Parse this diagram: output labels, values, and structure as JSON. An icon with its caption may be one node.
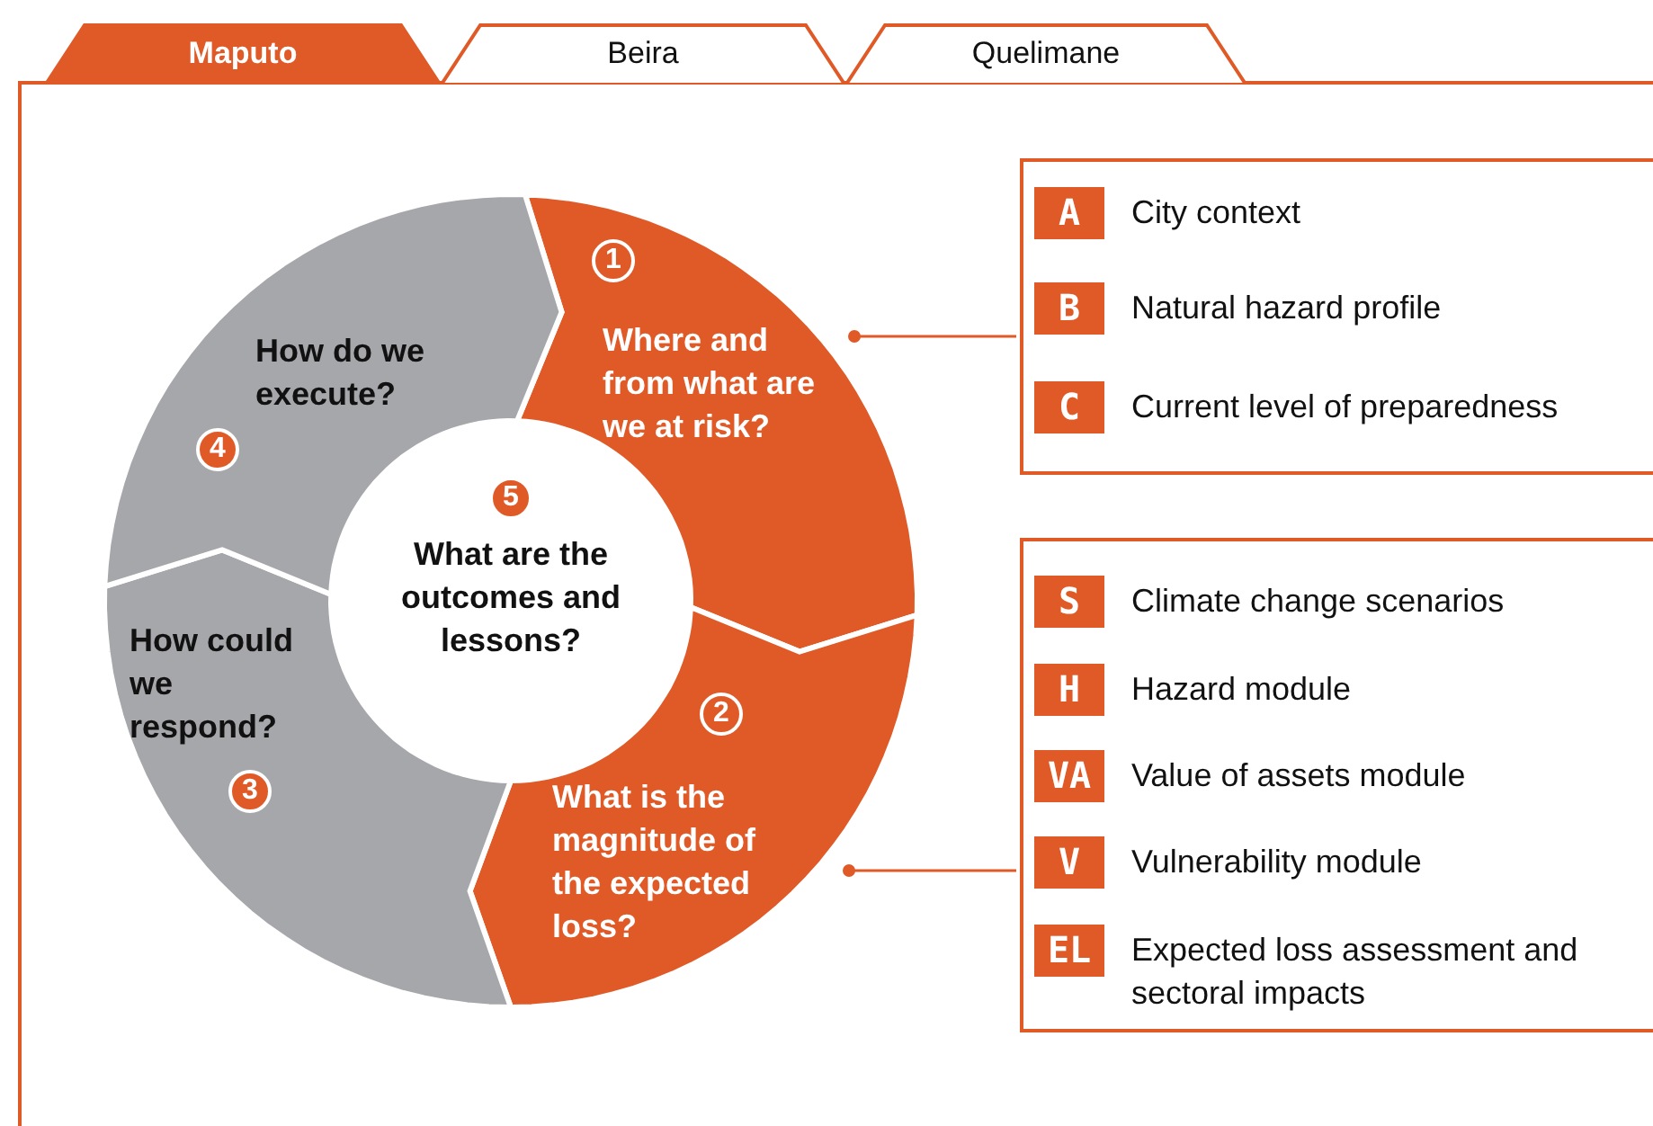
{
  "diagram": {
    "nodes": [
      {
        "text": [
          "Maputo"
        ]
      },
      {
        "text": [
          "Beira"
        ]
      },
      {
        "text": [
          "Quelimane"
        ]
      },
      {
        "text": [],
        "shape": "box"
      },
      {
        "text": [
          "1",
          "Where and from what are we at risk?"
        ],
        "in": 3
      },
      {
        "text": [
          "2",
          "What is the magnitude of the expected loss?"
        ],
        "in": 3
      },
      {
        "text": [
          "How could we respond?",
          "3"
        ],
        "in": 3
      },
      {
        "text": [
          "How do we execute?",
          "4"
        ],
        "in": 3
      },
      {
        "text": [
          "5",
          "What are the outcomes and lessons?"
        ],
        "in": 3
      },
      {
        "text": [],
        "shape": "box",
        "in": 3
      },
      {
        "text": [
          "A"
        ],
        "beside": [
          "City context"
        ],
        "in": 9
      },
      {
        "text": [
          "B"
        ],
        "beside": [
          "Natural hazard profile"
        ],
        "in": 9
      },
      {
        "text": [
          "C"
        ],
        "beside": [
          "Current level of preparedness"
        ],
        "in": 9
      },
      {
        "text": [],
        "shape": "box",
        "in": 3
      },
      {
        "text": [
          "S"
        ],
        "beside": [
          "Climate change scenarios"
        ],
        "in": 13
      },
      {
        "text": [
          "H"
        ],
        "beside": [
          "Hazard module"
        ],
        "in": 13
      },
      {
        "text": [
          "VA"
        ],
        "beside": [
          "Value of assets module"
        ],
        "in": 13
      },
      {
        "text": [
          "V"
        ],
        "beside": [
          "Vulnerability module"
        ],
        "in": 13
      },
      {
        "text": [
          "EL"
        ],
        "beside": [
          "Expected loss assessment and sectoral impacts"
        ],
        "in": 13
      }
    ],
    "edges": [
      {
        "from": 4,
        "to": 9,
        "arrow": "other"
      },
      {
        "from": 5,
        "to": 13,
        "arrow": "other"
      }
    ]
  }
}
